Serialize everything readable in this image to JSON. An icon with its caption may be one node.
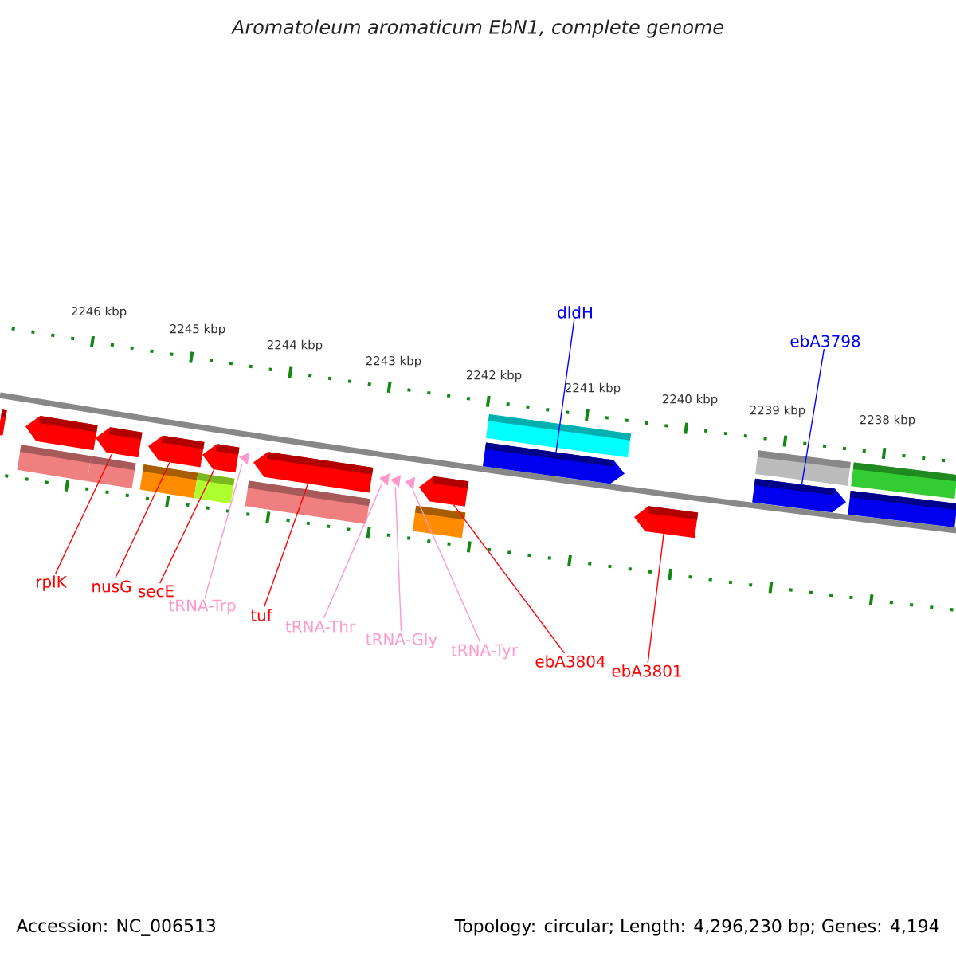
{
  "diagram": {
    "title": "Aromatoleum aromaticum EbN1, complete genome",
    "nodes": [
      {
        "text": [
          "dldH"
        ]
      },
      {
        "text": [
          "ebA3798"
        ]
      },
      {
        "text": [
          "rplK"
        ]
      },
      {
        "text": [
          "nusG"
        ]
      },
      {
        "text": [
          "secE"
        ]
      },
      {
        "text": [
          "tRNA-Trp"
        ]
      },
      {
        "text": [
          "tuf"
        ]
      },
      {
        "text": [
          "tRNA-Thr"
        ]
      },
      {
        "text": [
          "tRNA-Gly"
        ]
      },
      {
        "text": [
          "tRNA-Tyr"
        ]
      },
      {
        "text": [
          "ebA3804"
        ]
      },
      {
        "text": [
          "ebA3801"
        ]
      },
      {
        "text": [],
        "shape": "pentagon"
      },
      {
        "text": [],
        "shape": "pentagon"
      },
      {
        "text": [],
        "shape": "pentagon"
      },
      {
        "text": [],
        "shape": "pentagon"
      },
      {
        "text": [],
        "shape": "pentagon"
      },
      {
        "text": [],
        "shape": "triangle"
      },
      {
        "text": [],
        "shape": "pentagon"
      },
      {
        "text": [],
        "shape": "triangle"
      },
      {
        "text": [],
        "shape": "triangle"
      },
      {
        "text": [],
        "shape": "triangle"
      },
      {
        "text": [],
        "shape": "pentagon"
      },
      {
        "text": [],
        "shape": "pentagon"
      },
      {
        "text": [],
        "shape": "pentagon"
      }
    ],
    "edges": [
      {
        "from": 0,
        "to": 12,
        "arrow": "none",
        "color": "#0000ff"
      },
      {
        "from": 1,
        "to": 13,
        "arrow": "none",
        "color": "#0000ff"
      },
      {
        "from": 2,
        "to": 14,
        "arrow": "none"
      },
      {
        "from": 3,
        "to": 15,
        "arrow": "none"
      },
      {
        "from": 4,
        "to": 16,
        "arrow": "none"
      },
      {
        "from": 5,
        "to": 17,
        "arrow": "none",
        "color": "#ff99cc"
      },
      {
        "from": 6,
        "to": 18,
        "arrow": "none"
      },
      {
        "from": 7,
        "to": 19,
        "arrow": "none",
        "color": "#ff99cc"
      },
      {
        "from": 8,
        "to": 20,
        "arrow": "none",
        "color": "#ff99cc"
      },
      {
        "from": 9,
        "to": 21,
        "arrow": "none",
        "color": "#ff99cc"
      },
      {
        "from": 10,
        "to": 22,
        "arrow": "none"
      },
      {
        "from": 11,
        "to": 23,
        "arrow": "none"
      }
    ],
    "labels": [
      "2246 kbp",
      "2245 kbp",
      "2244 kbp",
      "2243 kbp",
      "2242 kbp",
      "2241 kbp",
      "2240 kbp",
      "2239 kbp",
      "2238 kbp",
      "Accession: NC_006513",
      "Topology: circular; Length: 4,296,230 bp; Genes: 4,194"
    ]
  }
}
